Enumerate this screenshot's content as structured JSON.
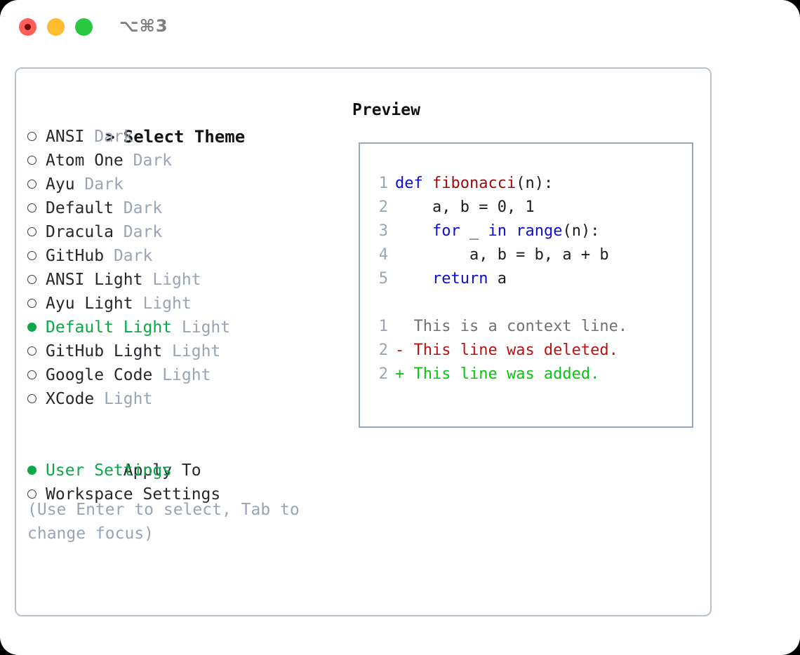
{
  "titlebar": {
    "shortcut": "⌥⌘3",
    "buttons": [
      {
        "name": "close",
        "color": "#ff5f57"
      },
      {
        "name": "minimize",
        "color": "#ffbd2e"
      },
      {
        "name": "maximize",
        "color": "#28c840"
      }
    ]
  },
  "theme_selector": {
    "heading": "Select Theme",
    "heading_prefix": ">",
    "items": [
      {
        "label": "ANSI",
        "tag": "Dark",
        "selected": false
      },
      {
        "label": "Atom One",
        "tag": "Dark",
        "selected": false
      },
      {
        "label": "Ayu",
        "tag": "Dark",
        "selected": false
      },
      {
        "label": "Default",
        "tag": "Dark",
        "selected": false
      },
      {
        "label": "Dracula",
        "tag": "Dark",
        "selected": false
      },
      {
        "label": "GitHub",
        "tag": "Dark",
        "selected": false
      },
      {
        "label": "ANSI Light",
        "tag": "Light",
        "selected": false
      },
      {
        "label": "Ayu Light",
        "tag": "Light",
        "selected": false
      },
      {
        "label": "Default Light",
        "tag": "Light",
        "selected": true
      },
      {
        "label": "GitHub Light",
        "tag": "Light",
        "selected": false
      },
      {
        "label": "Google Code",
        "tag": "Light",
        "selected": false
      },
      {
        "label": "XCode",
        "tag": "Light",
        "selected": false
      }
    ]
  },
  "apply_to": {
    "label": "Apply To",
    "options": [
      {
        "label": "User Settings",
        "selected": true
      },
      {
        "label": "Workspace Settings",
        "selected": false
      }
    ]
  },
  "hint": "(Use Enter to select, Tab to change focus)",
  "preview": {
    "title": "Preview",
    "code_lines": [
      {
        "num": "1",
        "tokens": [
          {
            "text": "def ",
            "kind": "kw"
          },
          {
            "text": "fibonacci",
            "kind": "fn"
          },
          {
            "text": "(n):",
            "kind": "pl"
          }
        ]
      },
      {
        "num": "2",
        "tokens": [
          {
            "text": "    a, b = 0, 1",
            "kind": "pl"
          }
        ]
      },
      {
        "num": "3",
        "tokens": [
          {
            "text": "    ",
            "kind": "pl"
          },
          {
            "text": "for",
            "kind": "kw"
          },
          {
            "text": " _ ",
            "kind": "pl"
          },
          {
            "text": "in range",
            "kind": "kw"
          },
          {
            "text": "(n):",
            "kind": "pl"
          }
        ]
      },
      {
        "num": "4",
        "tokens": [
          {
            "text": "        a, b = b, a + b",
            "kind": "pl"
          }
        ]
      },
      {
        "num": "5",
        "tokens": [
          {
            "text": "    ",
            "kind": "pl"
          },
          {
            "text": "return",
            "kind": "kw"
          },
          {
            "text": " a",
            "kind": "pl"
          }
        ]
      }
    ],
    "diff_lines": [
      {
        "num": "1",
        "sign": " ",
        "text": "This is a context line.",
        "kind": "ctx"
      },
      {
        "num": "2",
        "sign": "-",
        "text": "This line was deleted.",
        "kind": "del"
      },
      {
        "num": "2",
        "sign": "+",
        "text": "This line was added.",
        "kind": "add"
      }
    ]
  },
  "colors": {
    "accent_green": "#0aa846",
    "muted": "#9aa4b3",
    "keyword_blue": "#0d0dd6",
    "function_red": "#9b0b0b",
    "diff_added": "#0ac413",
    "diff_deleted": "#bb1111",
    "border": "#b9c1cd"
  }
}
